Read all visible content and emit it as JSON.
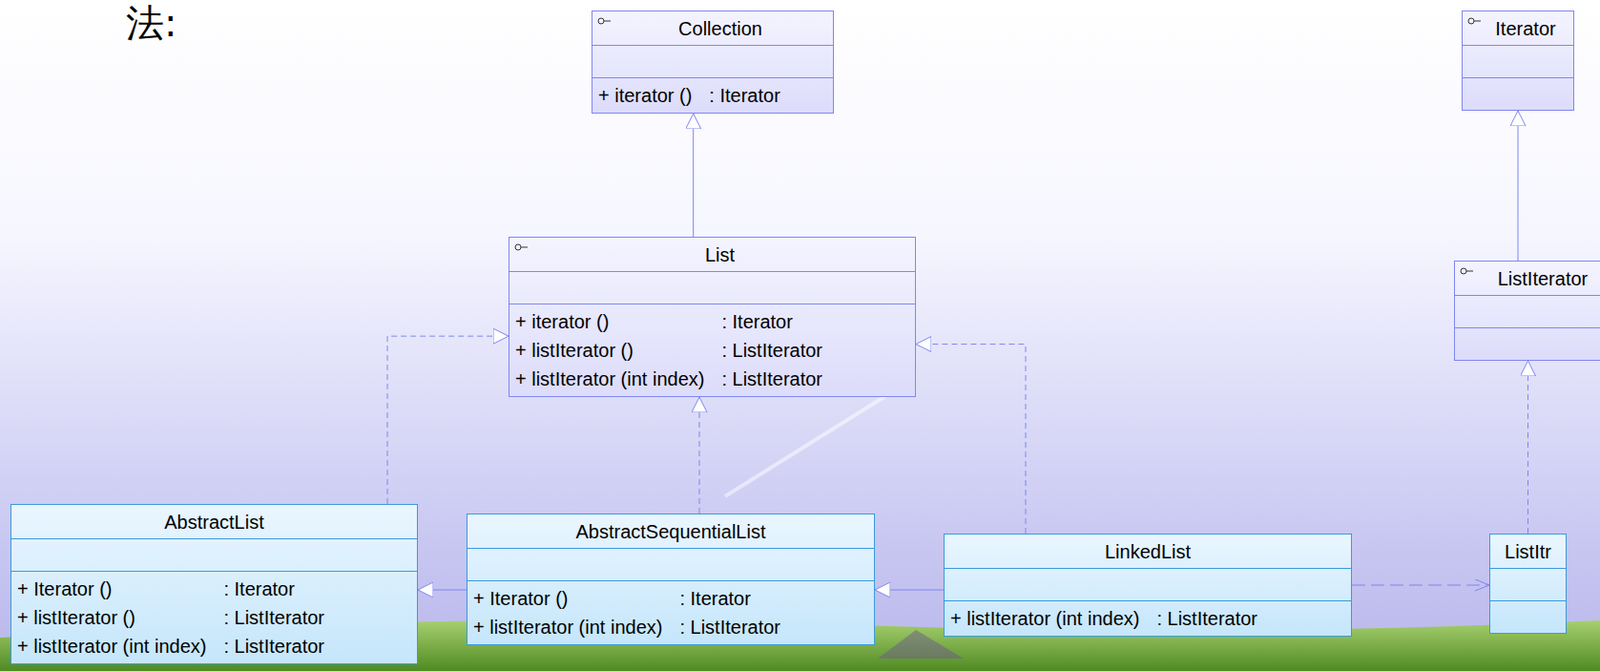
{
  "diagram": {
    "nodes": [
      {
        "text": [
          "Collection",
          "+ iterator ()",
          ": Iterator"
        ]
      },
      {
        "text": [
          "Iterator"
        ]
      },
      {
        "text": [
          "List",
          "+ iterator ()",
          ": Iterator",
          "+ listIterator ()",
          ": ListIterator",
          "+ listIterator (int index)",
          ": ListIterator"
        ]
      },
      {
        "text": [
          "ListIterator"
        ]
      },
      {
        "text": [
          "AbstractList",
          "+ Iterator ()",
          ": Iterator",
          "+ listIterator ()",
          ": ListIterator",
          "+ listIterator (int index)",
          ": ListIterator"
        ]
      },
      {
        "text": [
          "AbstractSequentialList",
          "+ Iterator ()",
          ": Iterator",
          "+ listIterator (int index)",
          ": ListIterator"
        ]
      },
      {
        "text": [
          "LinkedList",
          "+ listIterator (int index)",
          ": ListIterator"
        ]
      },
      {
        "text": [
          "ListItr"
        ]
      }
    ],
    "edges": [
      {
        "from": 2,
        "to": 0,
        "arrow": "to"
      },
      {
        "from": 3,
        "to": 1,
        "arrow": "to"
      },
      {
        "from": 4,
        "to": 2,
        "arrow": "to"
      },
      {
        "from": 5,
        "to": 2,
        "arrow": "to"
      },
      {
        "from": 6,
        "to": 2,
        "arrow": "to"
      },
      {
        "from": 5,
        "to": 4,
        "arrow": "to"
      },
      {
        "from": 6,
        "to": 5,
        "arrow": "to"
      },
      {
        "from": 7,
        "to": 3,
        "arrow": "to"
      },
      {
        "from": 6,
        "to": 7,
        "arrow": "to"
      }
    ],
    "labels": [
      "法:"
    ]
  }
}
